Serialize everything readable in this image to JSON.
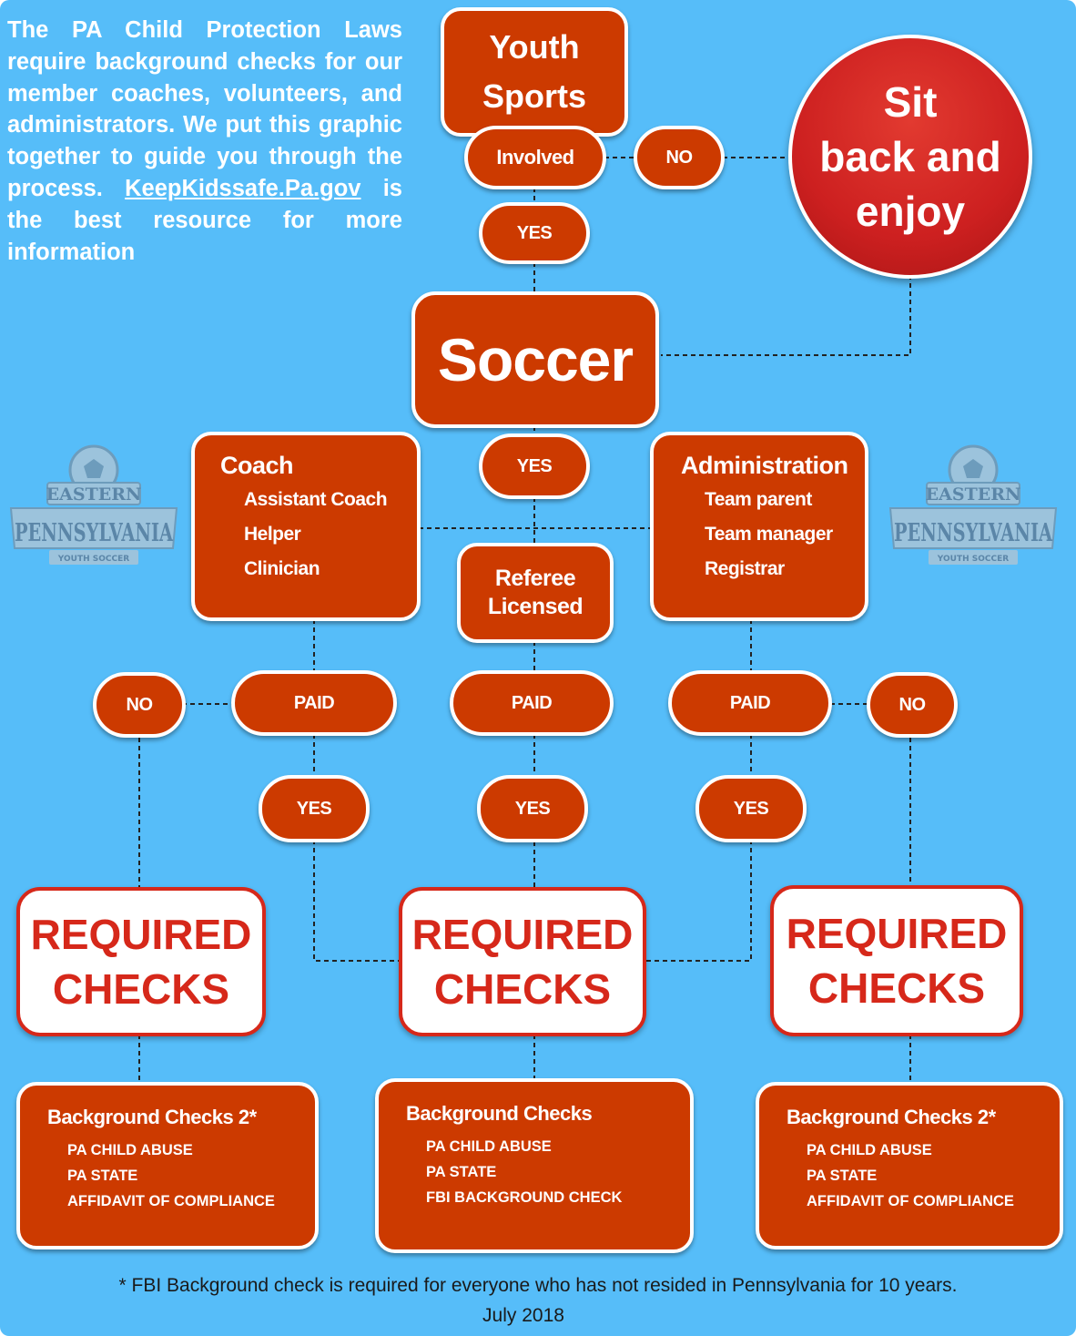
{
  "intro": {
    "text_before_link": "The PA Child Protection Laws require background checks for our member coaches, volunteers, and administrators. We put this graphic together to guide you through the process.",
    "link": "KeepKidssafe.Pa.gov",
    "text_after_link": "is the best resource for more information"
  },
  "youth_sports": {
    "line1": "Youth",
    "line2": "Sports"
  },
  "involved": "Involved",
  "no_top": "NO",
  "sit_back": {
    "line1": "Sit",
    "line2": "back and",
    "line3": "enjoy"
  },
  "yes_top": "YES",
  "soccer": "Soccer",
  "yes_center": "YES",
  "coach": {
    "title": "Coach",
    "items": [
      "Assistant Coach",
      "Helper",
      "Clinician"
    ]
  },
  "administration": {
    "title": "Administration",
    "items": [
      "Team parent",
      "Team manager",
      "Registrar"
    ]
  },
  "referee": {
    "line1": "Referee",
    "line2": "Licensed"
  },
  "paid": {
    "left": "PAID",
    "center": "PAID",
    "right": "PAID"
  },
  "no_side": {
    "left": "NO",
    "right": "NO"
  },
  "yes_row": {
    "left": "YES",
    "center": "YES",
    "right": "YES"
  },
  "required_checks": {
    "left": {
      "line1": "REQUIRED",
      "line2": "CHECKS"
    },
    "center": {
      "line1": "REQUIRED",
      "line2": "CHECKS"
    },
    "right": {
      "line1": "REQUIRED",
      "line2": "CHECKS"
    }
  },
  "background_checks": {
    "left": {
      "title": "Background Checks 2*",
      "items": [
        "PA CHILD ABUSE",
        "PA STATE",
        "AFFIDAVIT OF COMPLIANCE"
      ]
    },
    "center": {
      "title": "Background Checks",
      "items": [
        "PA CHILD ABUSE",
        "PA STATE",
        "FBI BACKGROUND CHECK"
      ]
    },
    "right": {
      "title": "Background Checks 2*",
      "items": [
        "PA CHILD ABUSE",
        "PA STATE",
        "AFFIDAVIT OF COMPLIANCE"
      ]
    }
  },
  "logo": {
    "line1": "EASTERN",
    "line2": "PENNSYLVANIA",
    "line3": "YOUTH SOCCER"
  },
  "footnote": "* FBI Background check is required for everyone who has not resided in Pennsylvania for 10 years.",
  "date": "July 2018",
  "colors": {
    "background": "#56bdf9",
    "box": "#cc3a00",
    "circle": "#cd2020",
    "required_text": "#d6281a"
  }
}
